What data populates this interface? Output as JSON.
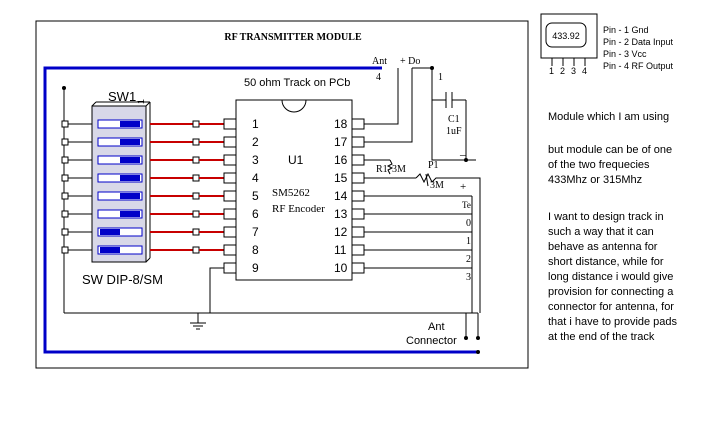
{
  "schematic": {
    "title": "RF TRANSMITTER MODULE",
    "track_label": "50 ohm Track on PCb",
    "switch": {
      "ref": "SW1",
      "part": "SW DIP-8/SM",
      "corner_mark": "1"
    },
    "ic": {
      "ref": "U1",
      "part_line1": "SM5262",
      "part_line2": "RF Encoder",
      "left_pins": [
        "1",
        "2",
        "3",
        "4",
        "5",
        "6",
        "7",
        "8",
        "9"
      ],
      "right_pins": [
        "18",
        "17",
        "16",
        "15",
        "14",
        "13",
        "12",
        "11",
        "10"
      ]
    },
    "ant_label": "Ant",
    "ant_num": "4",
    "do_label": "+ Do",
    "cap_num": "1",
    "cap_ref": "C1",
    "cap_value": "1uF",
    "resistor_label": "R1",
    "resistor_value": "3M",
    "pot_ref": "P1",
    "pot_value": "3M",
    "minus_sign": "–",
    "plus_sign": "+",
    "te_label": "Te",
    "out_labels": [
      "0",
      "1",
      "2",
      "3"
    ],
    "ant_connector_line1": "Ant",
    "ant_connector_line2": "Connector"
  },
  "module": {
    "chip_text": "433.92",
    "pins": [
      "Pin - 1 Gnd",
      "Pin - 2 Data Input",
      "Pin - 3 Vcc",
      "Pin - 4 RF Output"
    ],
    "pin_numbers": [
      "1",
      "2",
      "3",
      "4"
    ]
  },
  "notes": {
    "line1": "Module which I am using",
    "para2": [
      "but module can be of one",
      "of the two frequecies",
      "433Mhz or 315Mhz"
    ],
    "para3": [
      "I want to design track in",
      "such a way that it can",
      "behave as antenna for",
      "short distance, while for",
      "long distance i would give",
      "provision for connecting a",
      "connector for antenna, for",
      "that i have to provide pads",
      "at the end of the track"
    ]
  },
  "colors": {
    "trace_blue": "#0000c8",
    "trace_red": "#c80000",
    "switch_fill": "#d8d8e8",
    "line": "#000000"
  }
}
